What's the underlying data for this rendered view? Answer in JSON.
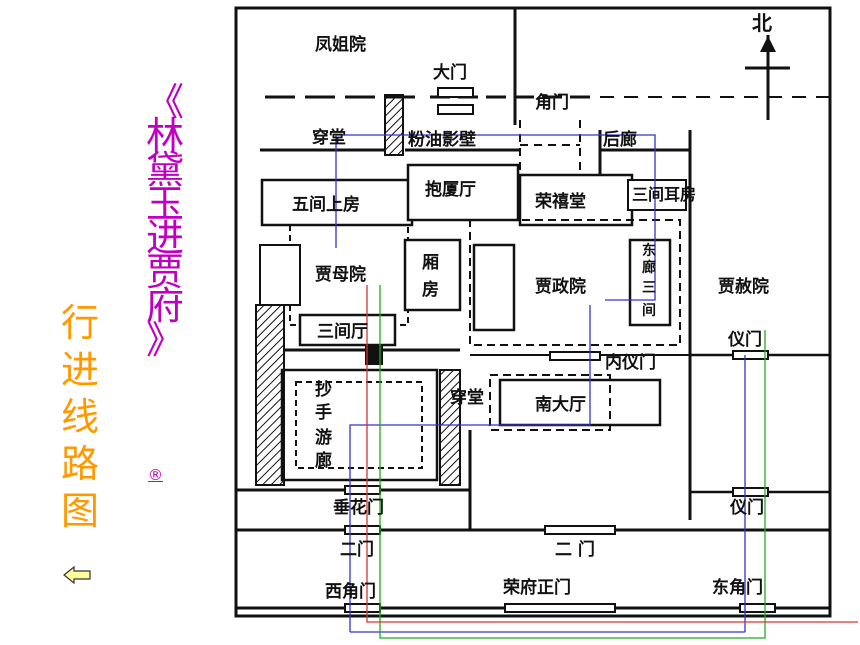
{
  "title_chars": [
    "《",
    "林",
    "黛",
    "玉",
    "进",
    "贾",
    "府",
    "》"
  ],
  "subtitle_chars": [
    "行",
    "进",
    "线",
    "路",
    "图"
  ],
  "reg_mark": "®",
  "north_label": "北",
  "labels": {
    "fengjie": "凤姐院",
    "damen": "大门",
    "jiaomen": "角门",
    "chuantang_top": "穿堂",
    "fenyou": "粉油影壁",
    "houlang": "后廊",
    "wujian": "五间上房",
    "baosha": "抱厦厅",
    "ronghui": "荣禧堂",
    "sanjian_erfang": "三间耳房",
    "jiamu": "贾母院",
    "xiang": "厢",
    "fang": "房",
    "jiazheng": "贾政院",
    "donglang_1": "东",
    "donglang_2": "廊",
    "donglang_3": "三",
    "donglang_4": "间",
    "jiashe": "贾赦院",
    "sanjianting": "三间厅",
    "yimen_top": "仪门",
    "neiyimen": "内仪门",
    "chao_1": "抄",
    "chao_2": "手",
    "chao_3": "游",
    "chao_4": "廊",
    "chuantang_mid": "穿堂",
    "nandating": "南大厅",
    "chuihuamen": "垂花门",
    "yimen_bottom": "仪门",
    "ermen_left": "二门",
    "ermen_mid": "二 门",
    "xijiaomen": "西角门",
    "rongfu": "荣府正门",
    "dongjiaomen": "东角门"
  },
  "colors": {
    "title": "#c000c0",
    "subtitle": "#ff9900",
    "route_blue": "#3333cc",
    "route_green": "#22aa22",
    "route_red": "#e03030"
  }
}
